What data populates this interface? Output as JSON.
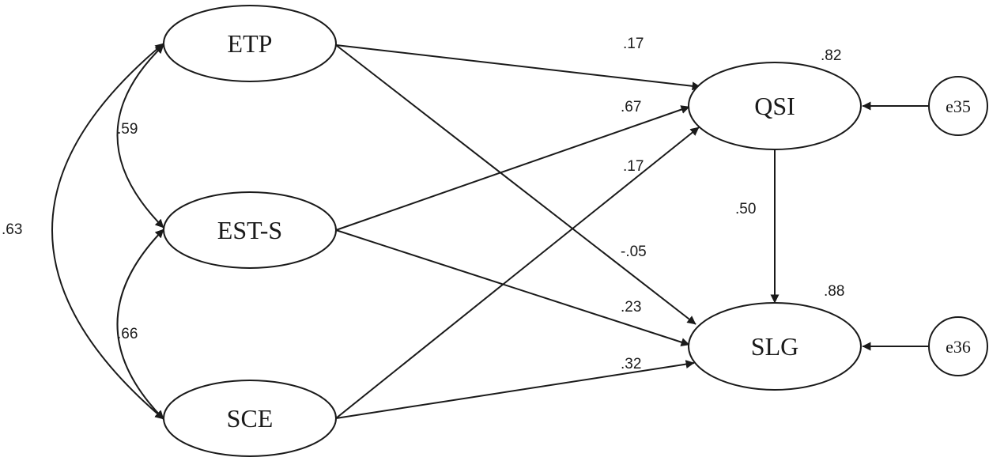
{
  "nodes": {
    "etp": "ETP",
    "ests": "EST-S",
    "sce": "SCE",
    "qsi": "QSI",
    "slg": "SLG",
    "e35": "e35",
    "e36": "e36"
  },
  "coefficients": {
    "etp_qsi": ".17",
    "ests_qsi": ".67",
    "sce_qsi": ".17",
    "etp_slg": "-.05",
    "ests_slg": ".23",
    "sce_slg": ".32",
    "qsi_slg": ".50",
    "r2_qsi": ".82",
    "r2_slg": ".88",
    "cov_etp_ests": ".59",
    "cov_ests_sce": ".66",
    "cov_etp_sce": ".63"
  }
}
